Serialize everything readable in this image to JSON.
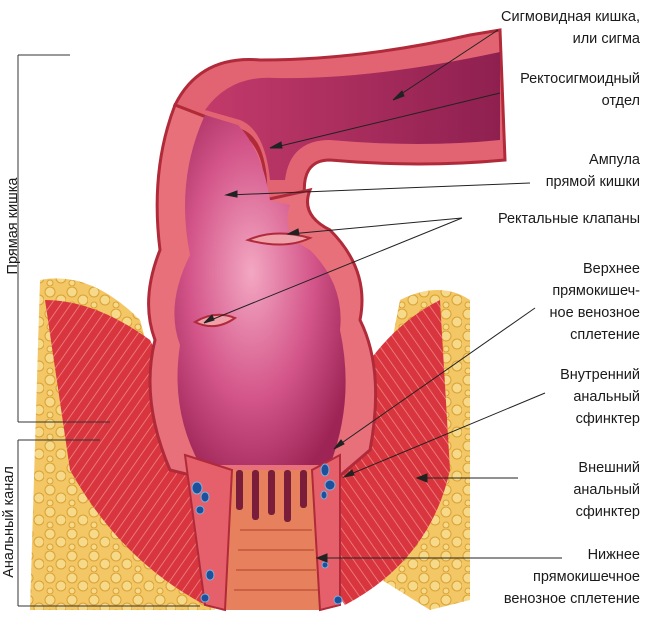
{
  "labels": {
    "sigmoid": "Сигмовидная кишка,\nили сигма",
    "rectosigmoid": "Ректосигмоидный\nотдел",
    "ampulla": "Ампула\nпрямой кишки",
    "valves": "Ректальные клапаны",
    "upper_plexus": "Верхнее\nпрямокишеч-\nное венозное\nсплетение",
    "internal_sphincter": "Внутренний\nанальный\nсфинктер",
    "external_sphincter": "Внешний\nанальный\nсфинктер",
    "lower_plexus": "Нижнее\nпрямокишечное\nвенозное сплетение"
  },
  "side_labels": {
    "rectum": "Прямая кишка",
    "anal_canal": "Анальный канал"
  },
  "colors": {
    "fat": "#f2c45a",
    "muscle": "#d8323c",
    "lumen": "#c23a6a",
    "wall": "#e0606a",
    "vein": "#1d4f9a"
  }
}
